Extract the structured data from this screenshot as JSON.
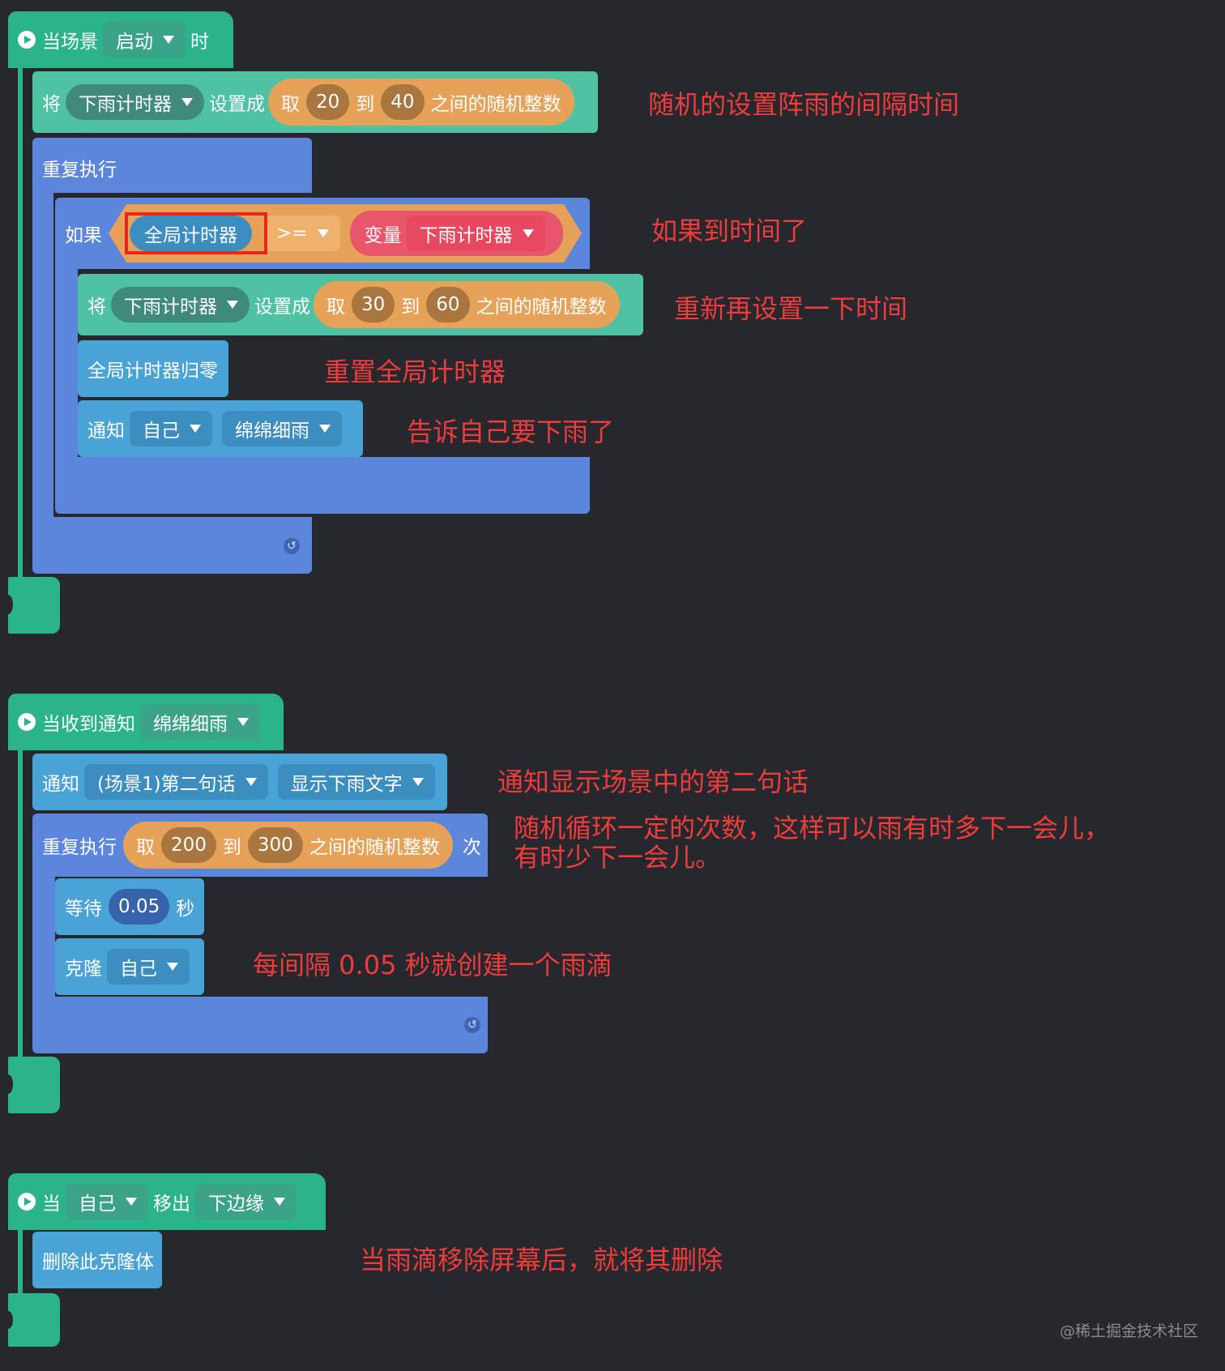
{
  "script1": {
    "hat": {
      "label": "当场景",
      "dropdown": "启动",
      "suffix": "时"
    },
    "set_block": {
      "prefix": "将",
      "var": "下雨计时器",
      "verb": "设置成",
      "rand_label": "取",
      "min": "20",
      "to": "到",
      "max": "40",
      "rand_suffix": "之间的随机整数"
    },
    "repeat": {
      "label": "重复执行"
    },
    "if_block": {
      "label": "如果",
      "left": "全局计时器",
      "op": ">=",
      "var_label": "变量",
      "var_name": "下雨计时器"
    },
    "set_block2": {
      "prefix": "将",
      "var": "下雨计时器",
      "verb": "设置成",
      "rand_label": "取",
      "min": "30",
      "to": "到",
      "max": "60",
      "rand_suffix": "之间的随机整数"
    },
    "reset_block": {
      "label": "全局计时器归零"
    },
    "notify_block": {
      "label": "通知",
      "target": "自己",
      "message": "绵绵细雨"
    }
  },
  "script2": {
    "hat": {
      "label": "当收到通知",
      "dropdown": "绵绵细雨"
    },
    "notify_block": {
      "label": "通知",
      "target": "(场景1)第二句话",
      "message": "显示下雨文字"
    },
    "repeat": {
      "label": "重复执行",
      "rand_label": "取",
      "min": "200",
      "to": "到",
      "max": "300",
      "rand_suffix": "之间的随机整数",
      "suffix": "次"
    },
    "wait_block": {
      "label": "等待",
      "value": "0.05",
      "unit": "秒"
    },
    "clone_block": {
      "label": "克隆",
      "target": "自己"
    }
  },
  "script3": {
    "hat": {
      "label": "当",
      "target": "自己",
      "verb": "移出",
      "edge": "下边缘"
    },
    "delete_block": {
      "label": "删除此克隆体"
    }
  },
  "annotations": {
    "a1": "随机的设置阵雨的间隔时间",
    "a2": "如果到时间了",
    "a3": "重新再设置一下时间",
    "a4": "重置全局计时器",
    "a5": "告诉自己要下雨了",
    "a6": "通知显示场景中的第二句话",
    "a7_line1": "随机循环一定的次数，这样可以雨有时多下一会儿，",
    "a7_line2": "有时少下一会儿。",
    "a8": "每间隔 0.05 秒就创建一个雨滴",
    "a9": "当雨滴移除屏幕后，就将其删除"
  },
  "watermark": "@稀土掘金技术社区",
  "colors": {
    "background": "#27282d",
    "event": "#2bb48a",
    "data": "#4fc2a3",
    "control": "#5b86dc",
    "looks": "#4aa3d6",
    "operator": "#e7a25a",
    "variable": "#e9566c",
    "annotation": "#ee3c3c",
    "highlight": "#e8261c"
  }
}
